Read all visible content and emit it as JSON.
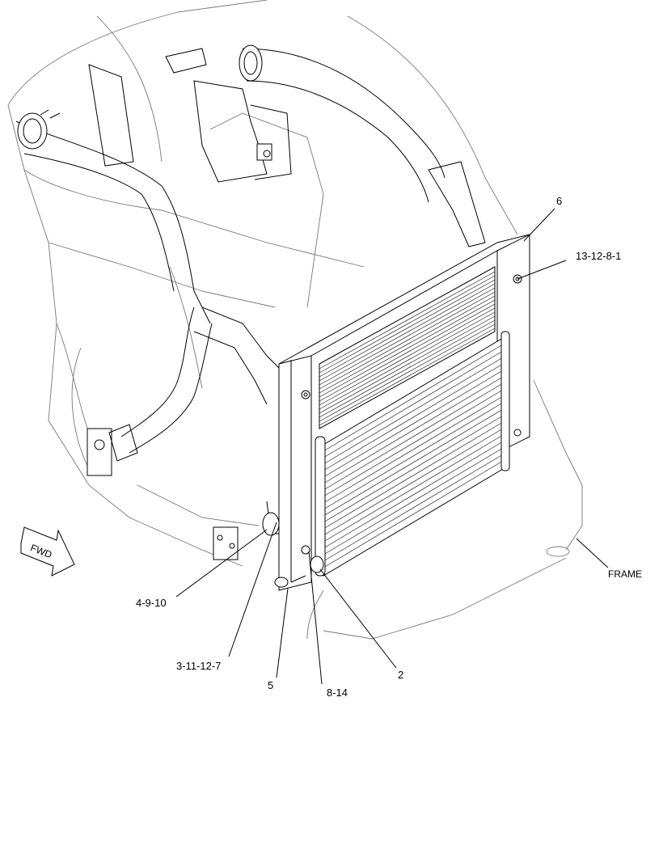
{
  "callouts": {
    "c6": "6",
    "c13": "13-12-8-1",
    "frame": "FRAME",
    "c4": "4-9-10",
    "c3": "3-11-12-7",
    "c5": "5",
    "c8": "8-14",
    "c2": "2"
  },
  "fwd_arrow": {
    "label": "FWD"
  }
}
